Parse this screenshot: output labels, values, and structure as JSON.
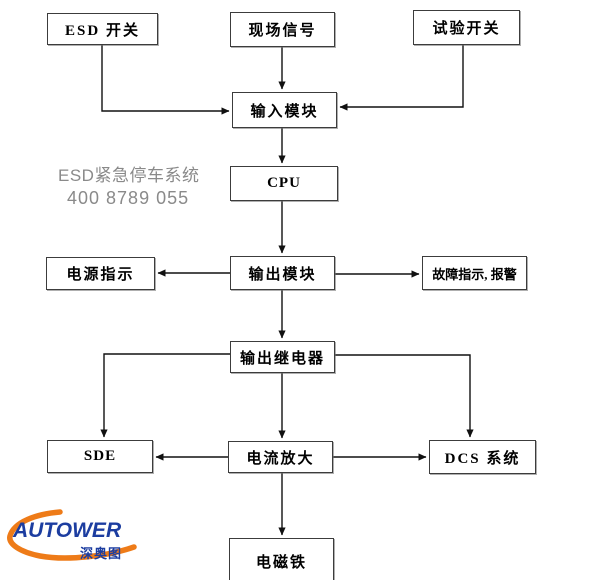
{
  "diagram": {
    "title_hint": "ESD emergency shutdown system flowchart",
    "nodes": {
      "esd_switch": {
        "label": "ESD 开关"
      },
      "field_signal": {
        "label": "现场信号"
      },
      "test_switch": {
        "label": "试验开关"
      },
      "input_module": {
        "label": "输入模块"
      },
      "cpu": {
        "label": "CPU"
      },
      "power_indicator": {
        "label": "电源指示"
      },
      "output_module": {
        "label": "输出模块"
      },
      "fault_alarm": {
        "label": "故障指示, 报警"
      },
      "output_relay": {
        "label": "输出继电器"
      },
      "sde": {
        "label": "SDE"
      },
      "current_amplifier": {
        "label": "电流放大"
      },
      "dcs_system": {
        "label": "DCS 系统"
      },
      "electromagnet": {
        "label": "电磁铁"
      }
    },
    "edges": [
      {
        "from": "esd_switch",
        "to": "input_module"
      },
      {
        "from": "field_signal",
        "to": "input_module"
      },
      {
        "from": "test_switch",
        "to": "input_module"
      },
      {
        "from": "input_module",
        "to": "cpu"
      },
      {
        "from": "cpu",
        "to": "output_module"
      },
      {
        "from": "output_module",
        "to": "power_indicator"
      },
      {
        "from": "output_module",
        "to": "fault_alarm"
      },
      {
        "from": "output_module",
        "to": "output_relay"
      },
      {
        "from": "output_relay",
        "to": "sde"
      },
      {
        "from": "output_relay",
        "to": "dcs_system"
      },
      {
        "from": "output_relay",
        "to": "current_amplifier"
      },
      {
        "from": "current_amplifier",
        "to": "sde"
      },
      {
        "from": "current_amplifier",
        "to": "dcs_system"
      },
      {
        "from": "current_amplifier",
        "to": "electromagnet"
      }
    ],
    "watermark": {
      "line1": "ESD紧急停车系统",
      "line2": "400 8789 055",
      "color": "#8a8a8a"
    },
    "logo": {
      "brand": "AUTOWER",
      "subtitle": "深奥图",
      "brand_color": "#1c3da0",
      "accent_color": "#ee7b18"
    },
    "line_color": "#111111"
  }
}
